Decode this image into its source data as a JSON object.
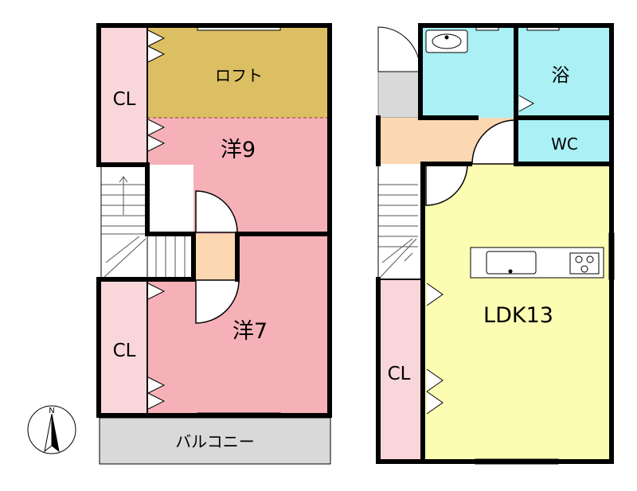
{
  "floors": {
    "upper": {
      "rooms": {
        "loft": "ロフト",
        "western_9": "洋9",
        "western_7": "洋7",
        "closet_top": "CL",
        "closet_bottom": "CL",
        "balcony": "バルコニー"
      }
    },
    "lower": {
      "rooms": {
        "bath": "浴",
        "wc": "WC",
        "ldk": "LDK13",
        "closet": "CL"
      }
    }
  },
  "compass": {
    "north": "N"
  },
  "colors": {
    "loft": "#dcbf63",
    "western": "#f6b1b8",
    "closet": "#f9d6d9",
    "balcony": "#d9d9d9",
    "bath": "#aaf0f5",
    "ldk": "#fcfcb2",
    "hall": "#fbd7b2",
    "wall": "#000000"
  },
  "icons": [
    "compass-icon",
    "sink-icon",
    "stove-icon",
    "stairs-icon",
    "door-swing-icon"
  ]
}
